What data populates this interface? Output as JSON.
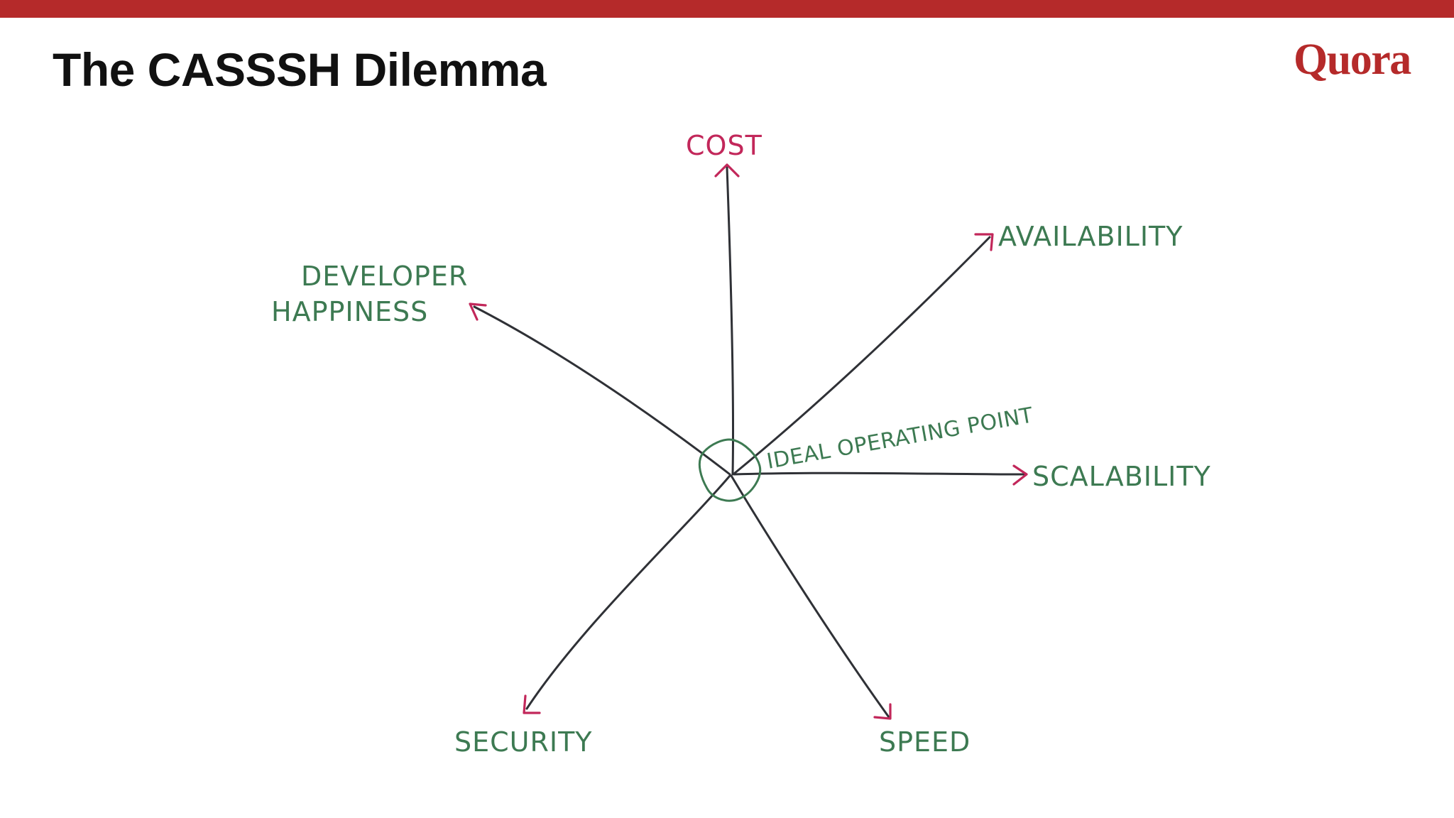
{
  "slide": {
    "title": "The CASSSH Dilemma",
    "logo_text": "Quora",
    "top_bar_color": "#b52a2a",
    "logo_color": "#b52a2a"
  },
  "diagram": {
    "center_label": "IDEAL OPERATING POINT",
    "axes": [
      {
        "id": "cost",
        "label": "COST",
        "label_color": "#c2275a"
      },
      {
        "id": "availability",
        "label": "AVAILABILITY",
        "label_color": "#3d7a52"
      },
      {
        "id": "scalability",
        "label": "SCALABILITY",
        "label_color": "#3d7a52"
      },
      {
        "id": "speed",
        "label": "SPEED",
        "label_color": "#3d7a52"
      },
      {
        "id": "security",
        "label": "SECURITY",
        "label_color": "#3d7a52"
      },
      {
        "id": "developer-happiness",
        "label_lines": [
          "DEVELOPER",
          "HAPPINESS"
        ],
        "label_color": "#3d7a52"
      }
    ],
    "arrowhead_color": "#c2275a",
    "line_color": "#2f3136",
    "loop_color": "#3d7a52"
  }
}
